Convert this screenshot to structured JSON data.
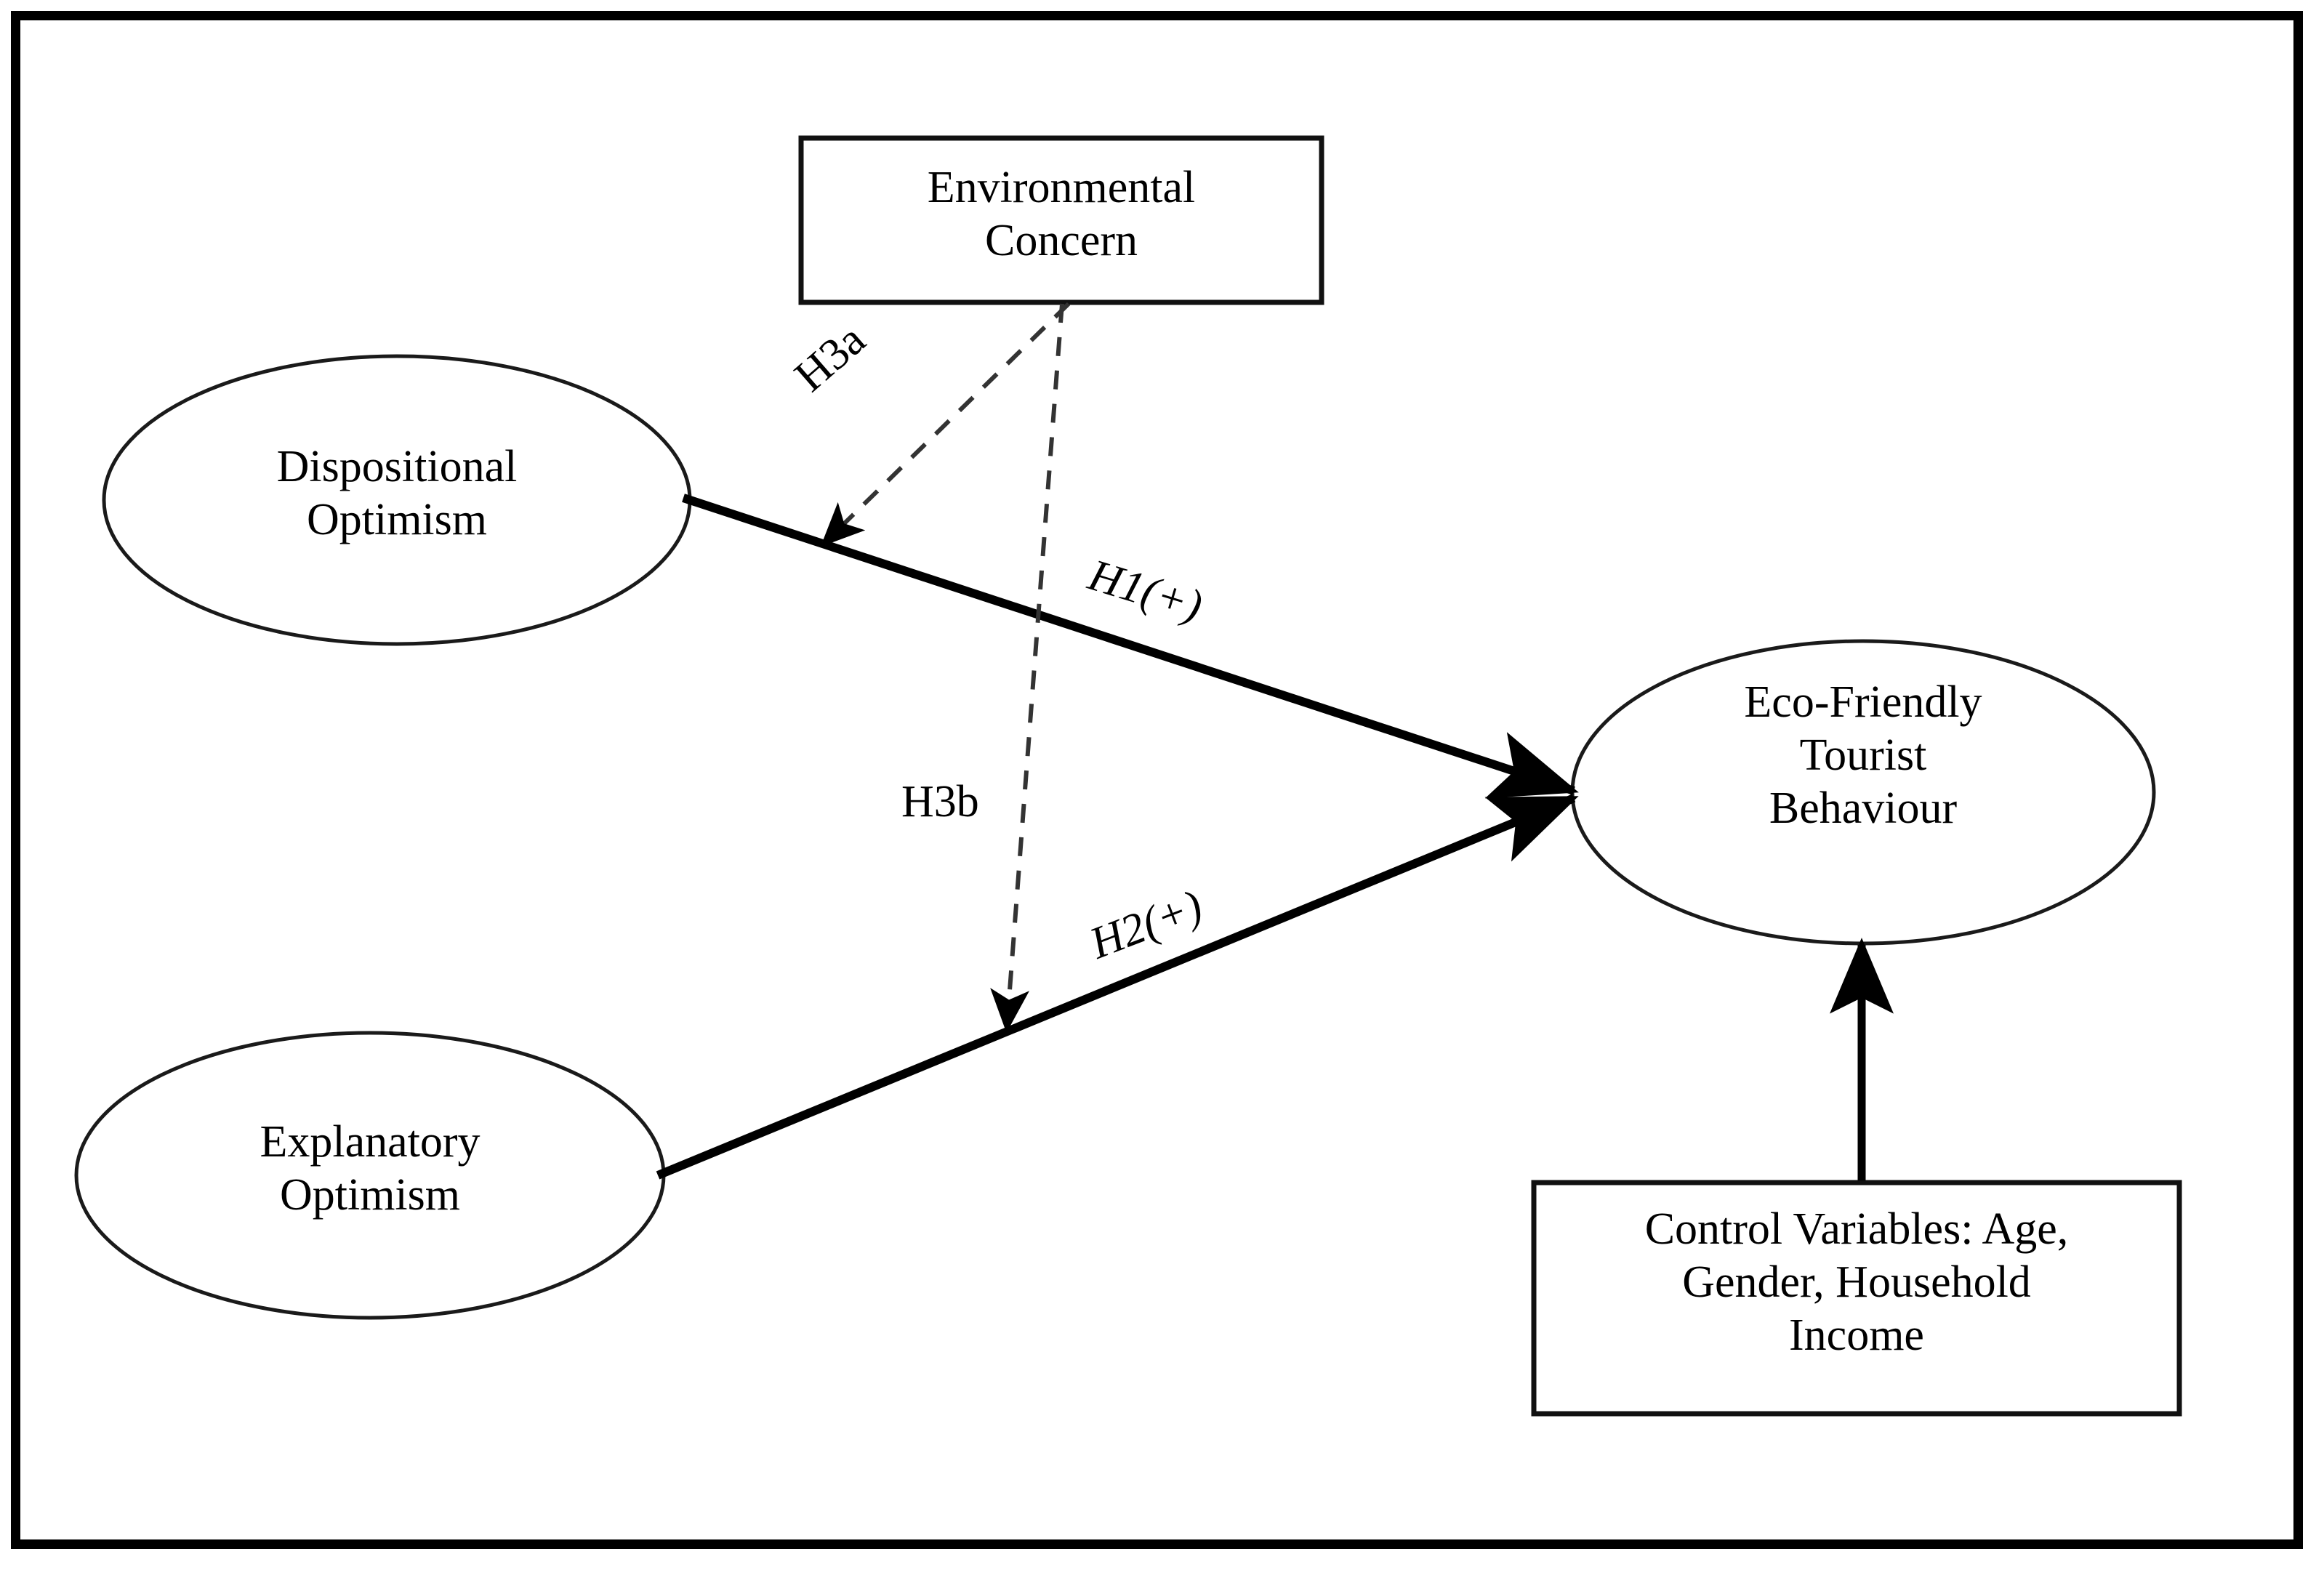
{
  "figure": {
    "type": "conceptual-research-model",
    "border_color": "#000000",
    "background_color": "#ffffff",
    "line_color": "#000000"
  },
  "nodes": {
    "dispositional_optimism": {
      "label": "Dispositional\nOptimism",
      "shape": "ellipse"
    },
    "explanatory_optimism": {
      "label": "Explanatory\nOptimism",
      "shape": "ellipse"
    },
    "eco_friendly_tourist_behaviour": {
      "label": "Eco-Friendly\nTourist\nBehaviour",
      "shape": "ellipse"
    },
    "environmental_concern": {
      "label": "Environmental\nConcern",
      "shape": "rectangle"
    },
    "control_variables": {
      "label": "Control Variables: Age,\nGender, Household\nIncome",
      "shape": "rectangle"
    }
  },
  "edges": {
    "h1": {
      "label": "H1(+)",
      "from": "dispositional_optimism",
      "to": "eco_friendly_tourist_behaviour",
      "style": "solid",
      "arrow": "single"
    },
    "h2": {
      "label": "H2(+)",
      "from": "explanatory_optimism",
      "to": "eco_friendly_tourist_behaviour",
      "style": "solid",
      "arrow": "single"
    },
    "h3a": {
      "label": "H3a",
      "from": "environmental_concern",
      "to": "h1",
      "style": "dashed",
      "arrow": "single"
    },
    "h3b": {
      "label": "H3b",
      "from": "environmental_concern",
      "to": "h2",
      "style": "dashed",
      "arrow": "single"
    },
    "controls": {
      "label": "",
      "from": "control_variables",
      "to": "eco_friendly_tourist_behaviour",
      "style": "solid",
      "arrow": "single"
    }
  }
}
